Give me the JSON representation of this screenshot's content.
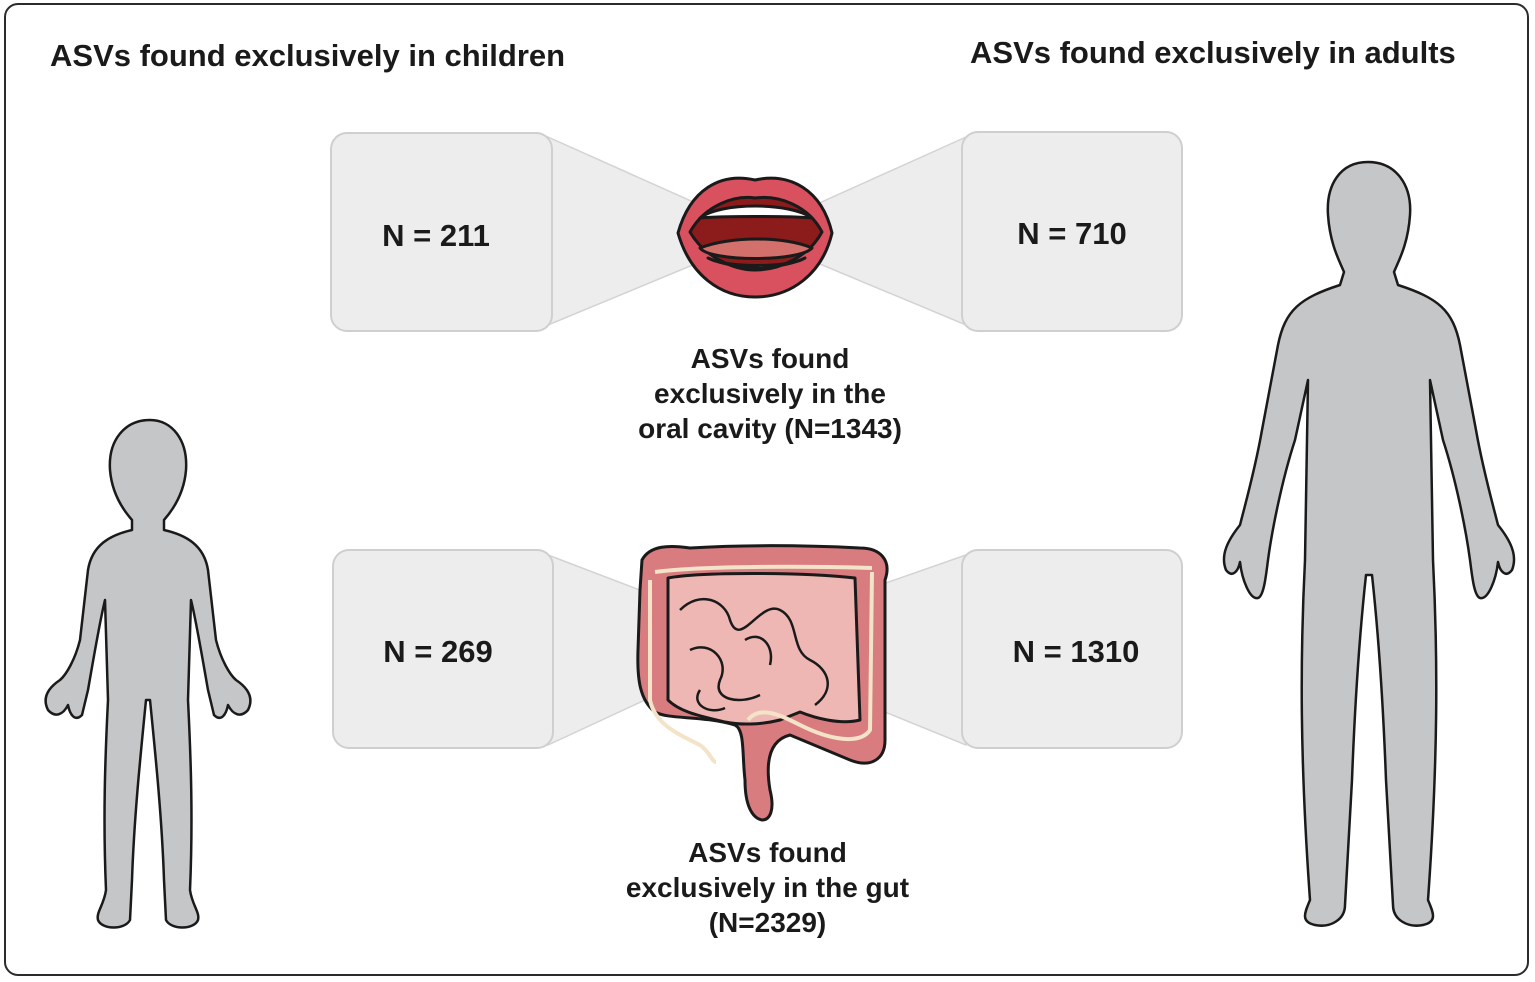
{
  "headings": {
    "children": "ASVs found exclusively in children",
    "adults": "ASVs found exclusively in adults"
  },
  "oral": {
    "caption_lines": [
      "ASVs found",
      "exclusively in the",
      "oral cavity (N=1343)"
    ],
    "children_count": "N = 211",
    "adults_count": "N = 710"
  },
  "gut": {
    "caption_lines": [
      "ASVs found",
      "exclusively in the gut",
      "(N=2329)"
    ],
    "children_count": "N = 269",
    "adults_count": "N = 1310"
  },
  "colors": {
    "silhouette": "#c4c6c8",
    "outline": "#1a1a1a",
    "box_fill": "#ededed",
    "box_stroke": "#cfcfcf",
    "lip": "#d9515f",
    "tongue": "#d4706c",
    "gut_outer": "#d97c80",
    "gut_inner": "#eeb7b3"
  },
  "icons": [
    "child-silhouette-icon",
    "adult-silhouette-icon",
    "mouth-icon",
    "intestine-icon"
  ]
}
